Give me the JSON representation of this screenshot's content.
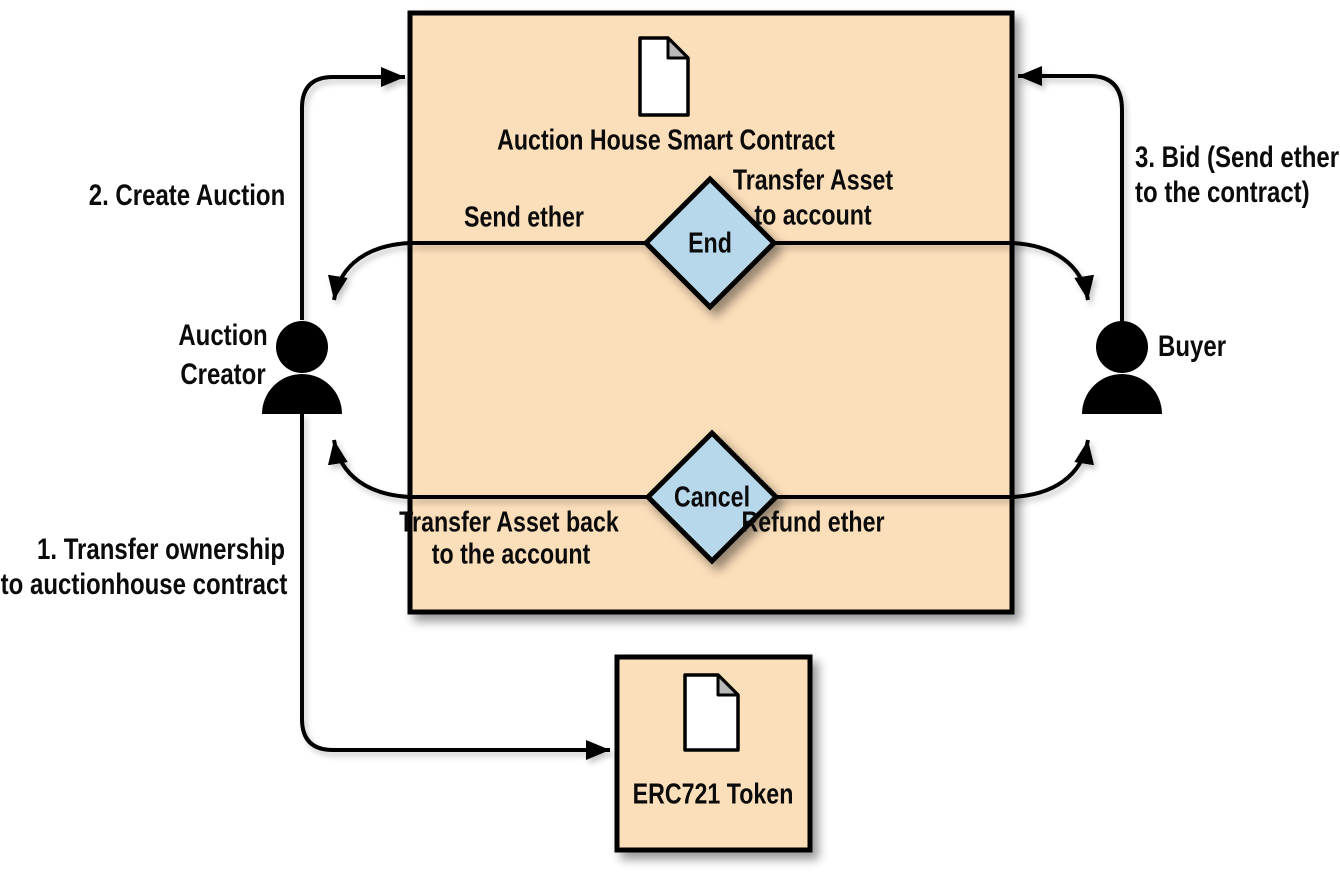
{
  "diagram": {
    "type": "flow-diagram",
    "colors": {
      "background": "#ffffff",
      "box_fill": "#FBDEBA",
      "diamond_fill": "#B7D7EA",
      "stroke": "#000000",
      "document_fill": "#ffffff",
      "document_fold_fill": "#b9b9b9",
      "text": "#0b0b0b"
    },
    "auction_house": {
      "title": "Auction House Smart Contract",
      "icon": "document-icon"
    },
    "erc721": {
      "title": "ERC721 Token",
      "icon": "document-icon"
    },
    "decisions": {
      "end": {
        "label": "End"
      },
      "cancel": {
        "label": "Cancel"
      }
    },
    "flow_labels": {
      "send_ether": "Send ether",
      "transfer_asset_line1": "Transfer Asset",
      "transfer_asset_line2": "to account",
      "transfer_back_line1": "Transfer Asset back",
      "transfer_back_line2": "to the account",
      "refund_ether": "Refund ether"
    },
    "actors": {
      "creator": {
        "icon": "person-icon",
        "label_line1": "Auction",
        "label_line2": "Creator"
      },
      "buyer": {
        "icon": "person-icon",
        "label": "Buyer"
      }
    },
    "steps": {
      "step1_line1": "1. Transfer ownership",
      "step1_line2": "to auctionhouse contract",
      "step2": "2. Create Auction",
      "step3_line1": "3. Bid (Send ether",
      "step3_line2": "to the contract)"
    }
  }
}
